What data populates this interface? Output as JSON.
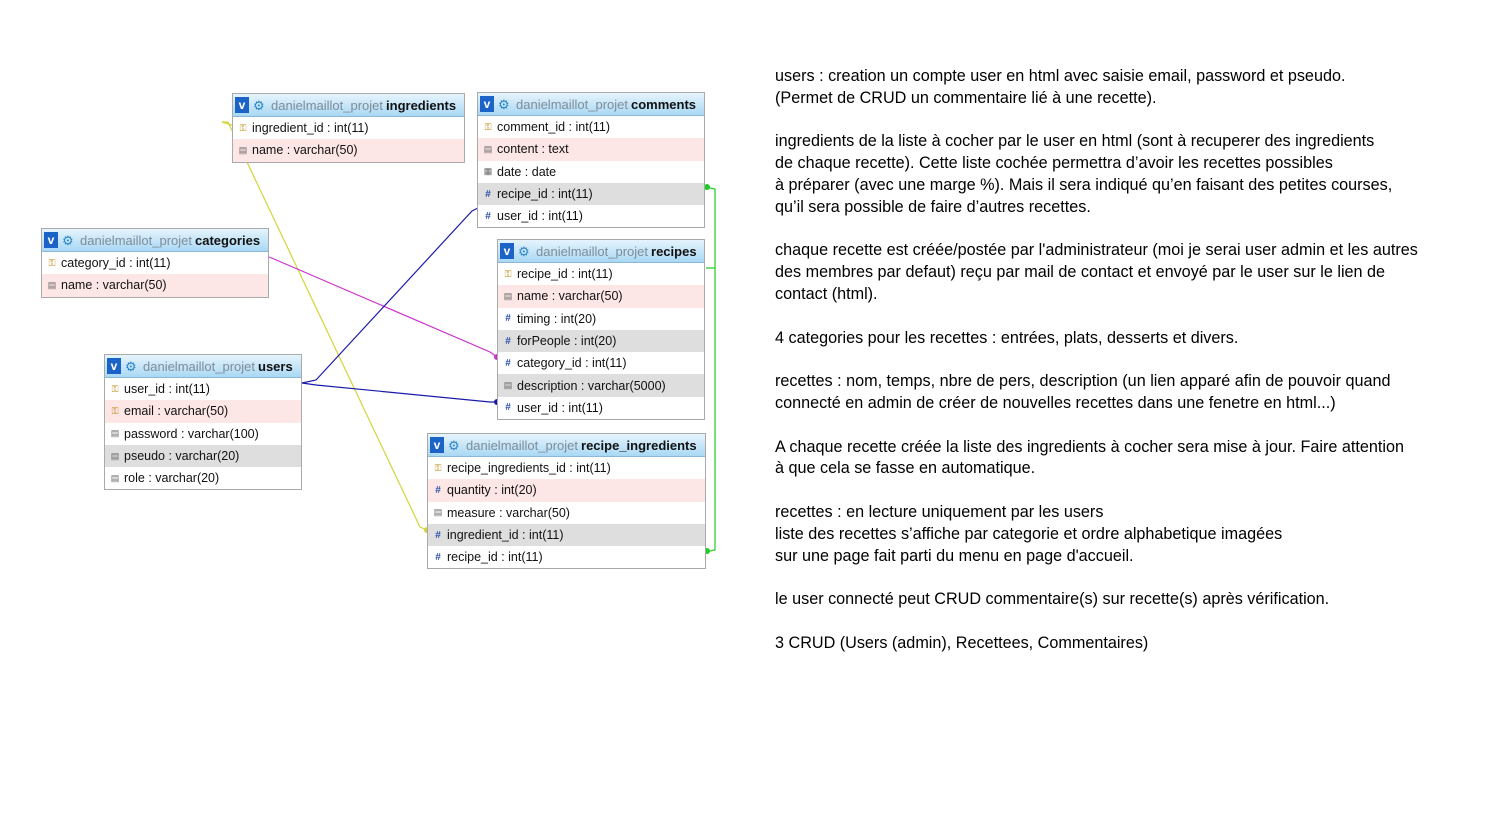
{
  "db": "danielmaillot_projet",
  "icons": {
    "table_toggle": "v",
    "gear": "gear-icon",
    "key": "key-icon",
    "text_col": "text-column-icon",
    "numeric_col": "numeric-column-icon",
    "date_col": "calendar-icon"
  },
  "colors": {
    "header_top": "#e6f4fd",
    "header_bottom": "#a9d8f4",
    "row_highlight": "#fde6e6",
    "row_selected": "#dedede",
    "rel_yellow": "#d4d438",
    "rel_magenta": "#cc33cc",
    "rel_blue": "#1a1aaa",
    "rel_green": "#22cc22"
  },
  "tables": {
    "ingredients": {
      "name": "ingredients",
      "columns": [
        "ingredient_id : int(11)",
        "name : varchar(50)"
      ]
    },
    "comments": {
      "name": "comments",
      "columns": [
        "comment_id : int(11)",
        "content : text",
        "date : date",
        "recipe_id : int(11)",
        "user_id : int(11)"
      ]
    },
    "categories": {
      "name": "categories",
      "columns": [
        "category_id : int(11)",
        "name : varchar(50)"
      ]
    },
    "recipes": {
      "name": "recipes",
      "columns": [
        "recipe_id : int(11)",
        "name : varchar(50)",
        "timing : int(20)",
        "forPeople : int(20)",
        "category_id : int(11)",
        "description : varchar(5000)",
        "user_id : int(11)"
      ]
    },
    "users": {
      "name": "users",
      "columns": [
        "user_id : int(11)",
        "email : varchar(50)",
        "password : varchar(100)",
        "pseudo : varchar(20)",
        "role : varchar(20)"
      ]
    },
    "recipe_ingredients": {
      "name": "recipe_ingredients",
      "columns": [
        "recipe_ingredients_id : int(11)",
        "quantity : int(20)",
        "measure : varchar(50)",
        "ingredient_id : int(11)",
        "recipe_id : int(11)"
      ]
    }
  },
  "notes": [
    [
      "users : creation un compte user en html avec saisie email, password et pseudo.",
      "(Permet de CRUD un commentaire lié à une recette)."
    ],
    [
      "ingredients de la liste à cocher par le user en html (sont à recuperer des ingredients",
      "de chaque recette). Cette liste cochée permettra d’avoir les recettes possibles",
      "à préparer (avec une marge %). Mais il sera indiqué qu’en faisant des petites courses,",
      "qu’il sera possible de faire d’autres recettes."
    ],
    [
      "chaque recette est créée/postée par l'administrateur (moi je serai user admin et les autres",
      "des membres par defaut) reçu par mail de contact et envoyé par le user sur le lien de",
      "contact (html)."
    ],
    [
      "4 categories pour les recettes : entrées, plats, desserts et divers."
    ],
    [
      "recettes : nom, temps, nbre de pers, description (un lien apparé afin de pouvoir quand",
      "connecté en admin de créer de nouvelles recettes dans une fenetre en html...)"
    ],
    [
      "A chaque recette créée la liste des ingredients à cocher sera mise à jour. Faire attention",
      "à que cela se fasse en automatique."
    ],
    [
      "recettes : en lecture uniquement par les users",
      "liste des recettes s’affiche par categorie et ordre alphabetique imagées",
      "sur une page fait parti du menu en page d'accueil."
    ],
    [
      "le user connecté peut CRUD commentaire(s) sur recette(s) après vérification."
    ],
    [
      "3 CRUD (Users (admin), Recettees, Commentaires)"
    ]
  ]
}
